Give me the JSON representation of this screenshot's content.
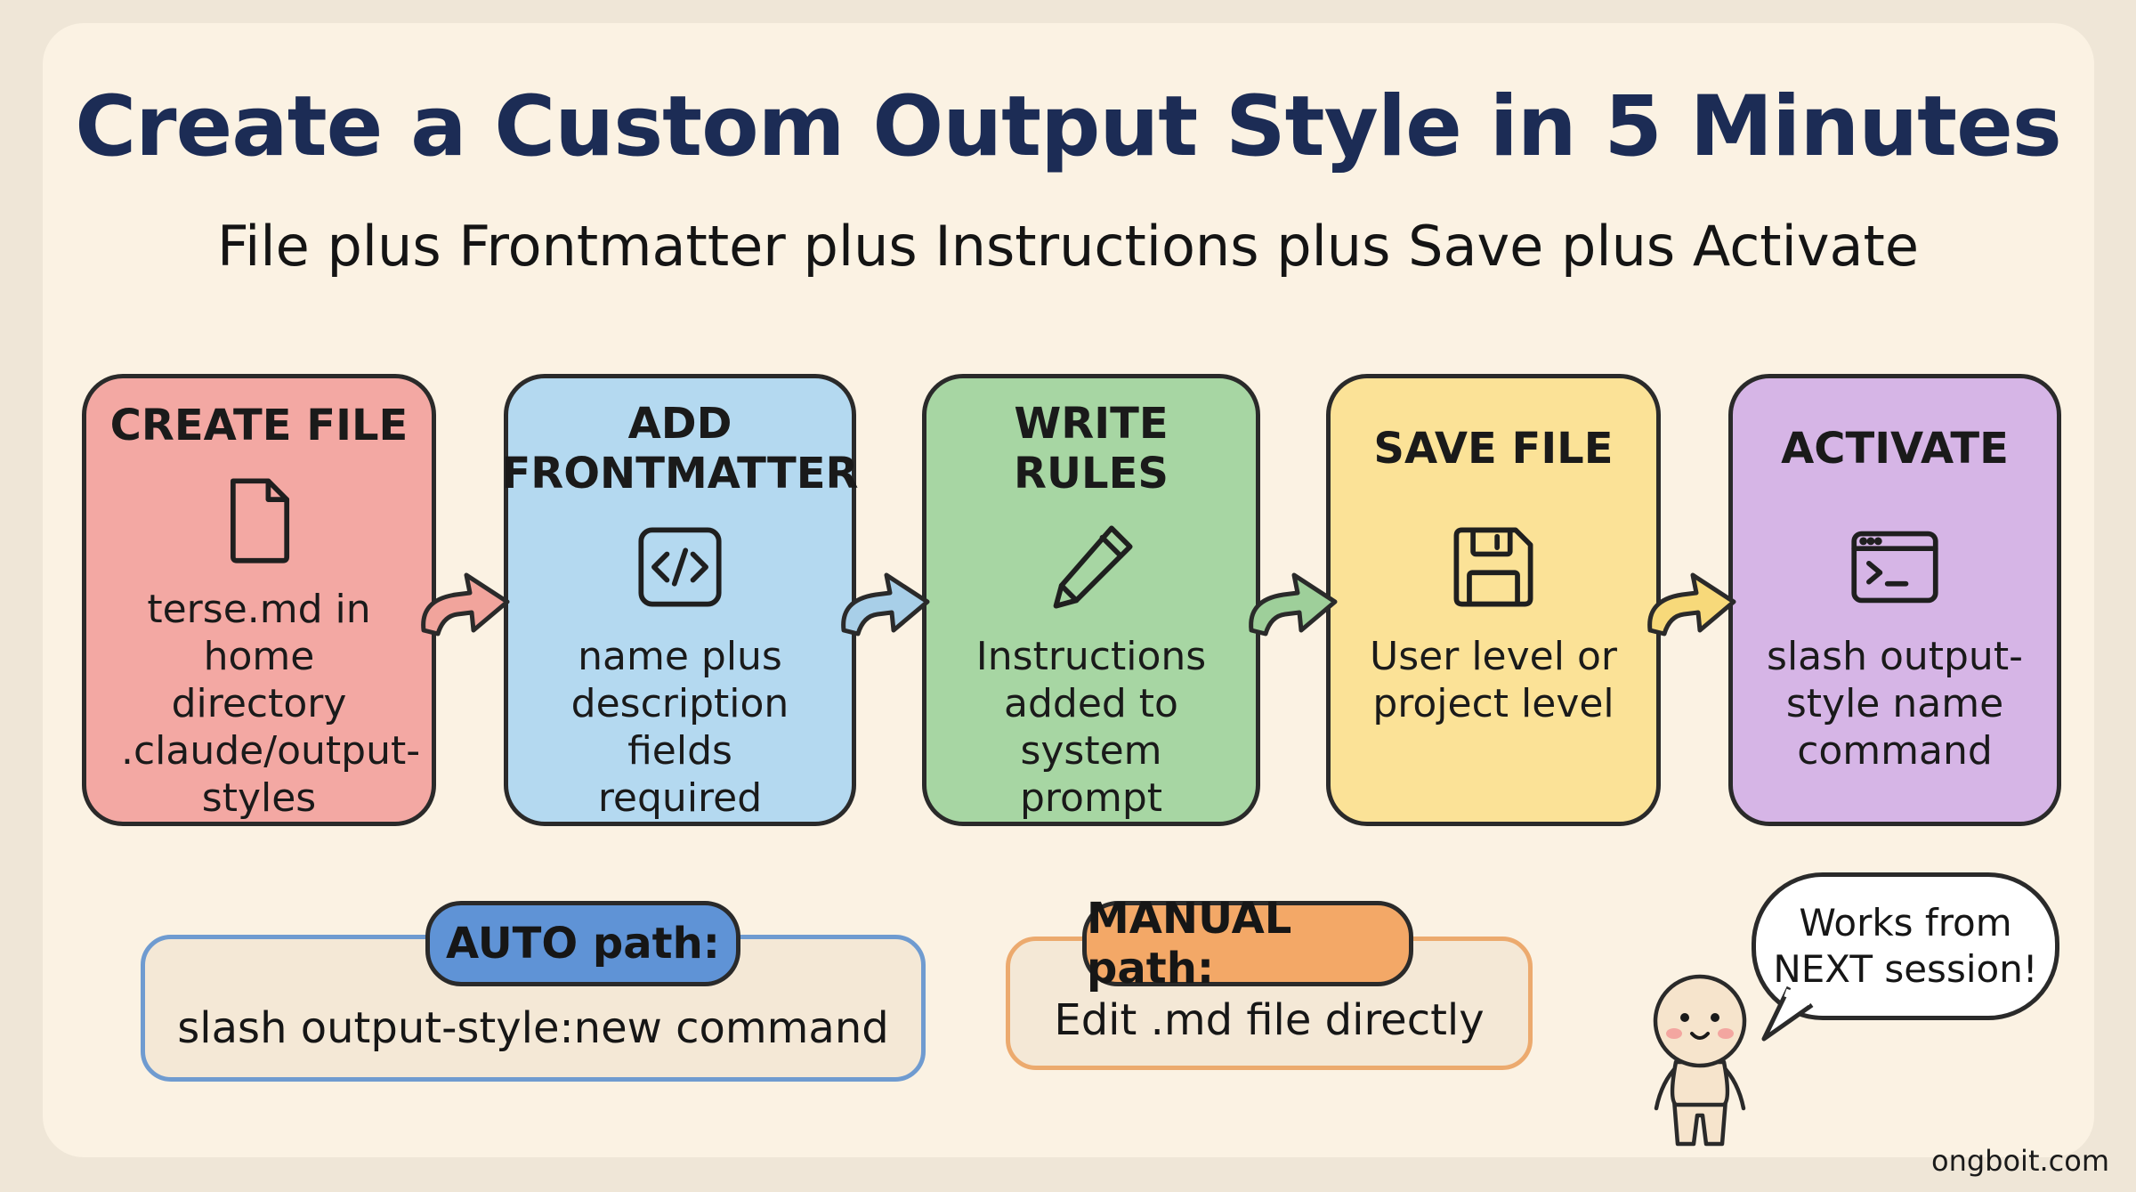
{
  "title": "Create a Custom Output Style in 5 Minutes",
  "subtitle": "File plus Frontmatter plus Instructions plus Save plus Activate",
  "steps": [
    {
      "title": "CREATE FILE",
      "icon": "file-icon",
      "color": "#f3a8a3",
      "description": "terse.md in home directory .claude/output-styles"
    },
    {
      "title": "ADD FRONTMATTER",
      "icon": "code-icon",
      "color": "#b4d9f0",
      "description": "name plus description fields required"
    },
    {
      "title": "WRITE RULES",
      "icon": "pencil-icon",
      "color": "#a7d6a3",
      "description": "Instructions added to system prompt"
    },
    {
      "title": "SAVE FILE",
      "icon": "floppy-disk-icon",
      "color": "#fbe297",
      "description": "User level or project level"
    },
    {
      "title": "ACTIVATE",
      "icon": "terminal-icon",
      "color": "#d6b5e6",
      "description": "slash output-style name command"
    }
  ],
  "arrow_colors": [
    "#f1a49c",
    "#a8cfe8",
    "#9ecf9a",
    "#f7d97a"
  ],
  "auto_path": {
    "label": "AUTO path:",
    "text": "slash output-style:new command",
    "accent": "#5f93d6",
    "border": "#6f9bd0"
  },
  "manual_path": {
    "label": "MANUAL path:",
    "text": "Edit .md file directly",
    "accent": "#f3a867",
    "border": "#ecaa6e"
  },
  "speech": {
    "line1": "Works from",
    "line2": "NEXT session!"
  },
  "watermark": "ongboit.com"
}
